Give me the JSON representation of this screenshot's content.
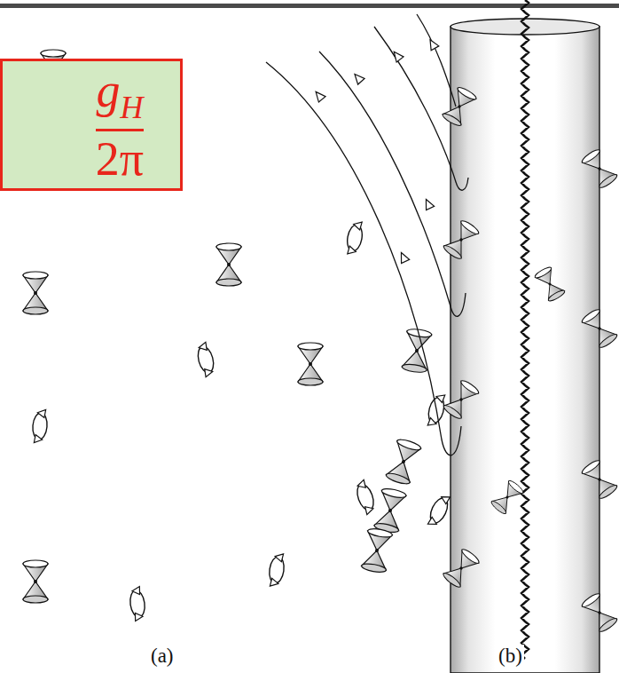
{
  "diagram": {
    "nodes": [
      {
        "text": [
          "g",
          "H",
          "2π"
        ]
      }
    ],
    "labels": [
      "(a)",
      "(b)"
    ]
  }
}
